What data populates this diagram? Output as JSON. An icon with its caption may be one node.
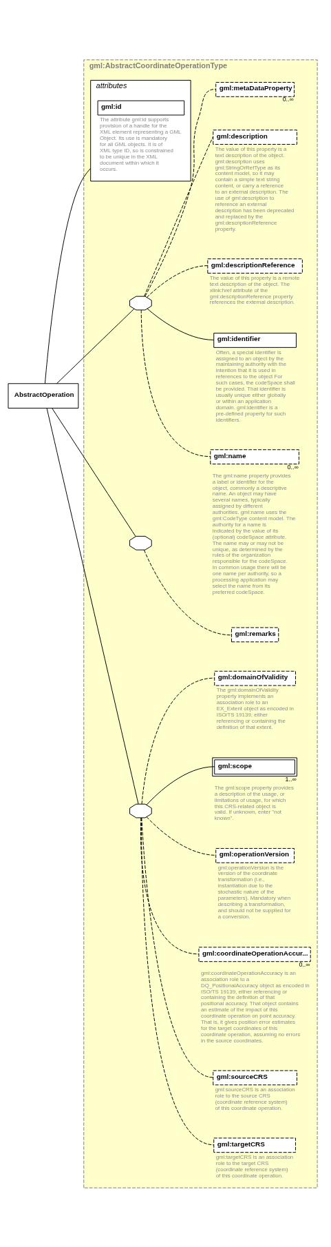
{
  "diagram": {
    "nodes": [
      {
        "text": [
          "AbstractOperation"
        ]
      },
      {
        "text": [
          "gml:AbstractCoordinateOperationType"
        ]
      },
      {
        "text": [
          "attributes"
        ],
        "in": 1
      },
      {
        "text": [
          "gml:id"
        ],
        "in": 2,
        "beside": [
          "The attribute gml:id supports provision of a handle for the XML element representing a GML Object. Its use is mandatory for all GML objects. It is of XML type ID, so is constrained to be unique in the XML document within which it occurs."
        ]
      },
      {
        "text": [],
        "shape": "octagon",
        "in": 1
      },
      {
        "text": [
          "gml:metaDataProperty"
        ],
        "in": 1,
        "beside": [
          "0..∞"
        ]
      },
      {
        "text": [
          "gml:description"
        ],
        "in": 1,
        "beside": [
          "The value of this property is a text description of the object. gml:description uses gml:StringOrRefType as its content model, so it may contain a simple text string content, or carry a reference to an external description. The use of gml:description to reference an external description has been deprecated and replaced by the gml:descriptionReference property."
        ]
      },
      {
        "text": [
          "gml:descriptionReference"
        ],
        "in": 1,
        "beside": [
          "The value of this property is a remote text description of the object. The xlink:href attribute of the gml:descriptionReference property references the external description."
        ]
      },
      {
        "text": [
          "gml:identifier"
        ],
        "in": 1,
        "beside": [
          "Often, a special identifier is assigned to an object by the maintaining authority with the intention that it is used in references to the object For such cases, the codeSpace shall be provided. That identifier is usually unique either globally or within an application domain. gml:identifier is a pre-defined property for such identifiers."
        ]
      },
      {
        "text": [
          "gml:name"
        ],
        "in": 1,
        "beside": [
          "0..∞",
          "The gml:name property provides a label or identifier for the object, commonly a descriptive name. An object may have several names, typically assigned by different authorities. gml:name uses the gml:CodeType content model. The authority for a name is indicated by the value of its (optional) codeSpace attribute. The name may or may not be unique, as determined by the rules of the organization responsible for the codeSpace. In common usage there will be one name per authority, so a processing application may select the name from its preferred codeSpace."
        ]
      },
      {
        "text": [],
        "shape": "octagon",
        "in": 1
      },
      {
        "text": [
          "gml:remarks"
        ],
        "in": 1
      },
      {
        "text": [],
        "shape": "octagon",
        "in": 1
      },
      {
        "text": [
          "gml:domainOfValidity"
        ],
        "in": 1,
        "beside": [
          "The gml:domainOfValidity property implements an association role to an EX_Extent object as encoded in ISO/TS 19139, either referencing or containing the definition of that extent."
        ]
      },
      {
        "text": [
          "gml:scope"
        ],
        "in": 1,
        "beside": [
          "1..∞",
          "The gml:scope property provides a description of the usage, or limitations of usage, for which this CRS-related object is valid. If unknown, enter \"not known\"."
        ]
      },
      {
        "text": [
          "gml:operationVersion"
        ],
        "in": 1,
        "beside": [
          "gml:operationVersion is the version of the coordinate transformation (i.e., instantiation due to the stochastic nature of the parameters). Mandatory when describing a transformation, and should not be supplied for a conversion."
        ]
      },
      {
        "text": [
          "gml:coordinateOperationAccur..."
        ],
        "in": 1,
        "beside": [
          "0..∞",
          "gml:coordinateOperationAccuracy is an association role to a DQ_PositionalAccuracy object as encoded in ISO/TS 19139, either referencing or containing the definition of that positional accuracy. That object contains an estimate of the impact of this coordinate operation on point accuracy. That is, it gives position error estimates for the target coordinates of this coordinate operation, assuming no errors in the source coordinates."
        ]
      },
      {
        "text": [
          "gml:sourceCRS"
        ],
        "in": 1,
        "beside": [
          "gml:sourceCRS is an association role to the source CRS (coordinate reference system) of this coordinate operation."
        ]
      },
      {
        "text": [
          "gml:targetCRS"
        ],
        "in": 1,
        "beside": [
          "gml:targetCRS is an association role to the target CRS (coordinate reference system) of this coordinate operation."
        ]
      }
    ],
    "edges": [
      {
        "from": 0,
        "to": 2,
        "arrow": "none"
      },
      {
        "from": 0,
        "to": 4,
        "arrow": "none"
      },
      {
        "from": 0,
        "to": 10,
        "arrow": "none"
      },
      {
        "from": 0,
        "to": 12,
        "arrow": "none"
      },
      {
        "from": 4,
        "to": 5,
        "arrow": "none",
        "style": "dashed"
      },
      {
        "from": 4,
        "to": 6,
        "arrow": "none",
        "style": "dashed"
      },
      {
        "from": 4,
        "to": 7,
        "arrow": "none",
        "style": "dashed"
      },
      {
        "from": 4,
        "to": 8,
        "arrow": "none"
      },
      {
        "from": 4,
        "to": 9,
        "arrow": "none",
        "style": "dashed"
      },
      {
        "from": 10,
        "to": 11,
        "arrow": "none",
        "style": "dashed"
      },
      {
        "from": 12,
        "to": 13,
        "arrow": "none",
        "style": "dashed"
      },
      {
        "from": 12,
        "to": 14,
        "arrow": "none"
      },
      {
        "from": 12,
        "to": 15,
        "arrow": "none",
        "style": "dashed"
      },
      {
        "from": 12,
        "to": 16,
        "arrow": "none",
        "style": "dashed"
      },
      {
        "from": 12,
        "to": 17,
        "arrow": "none",
        "style": "dashed"
      },
      {
        "from": 12,
        "to": 18,
        "arrow": "none",
        "style": "dashed"
      }
    ]
  }
}
